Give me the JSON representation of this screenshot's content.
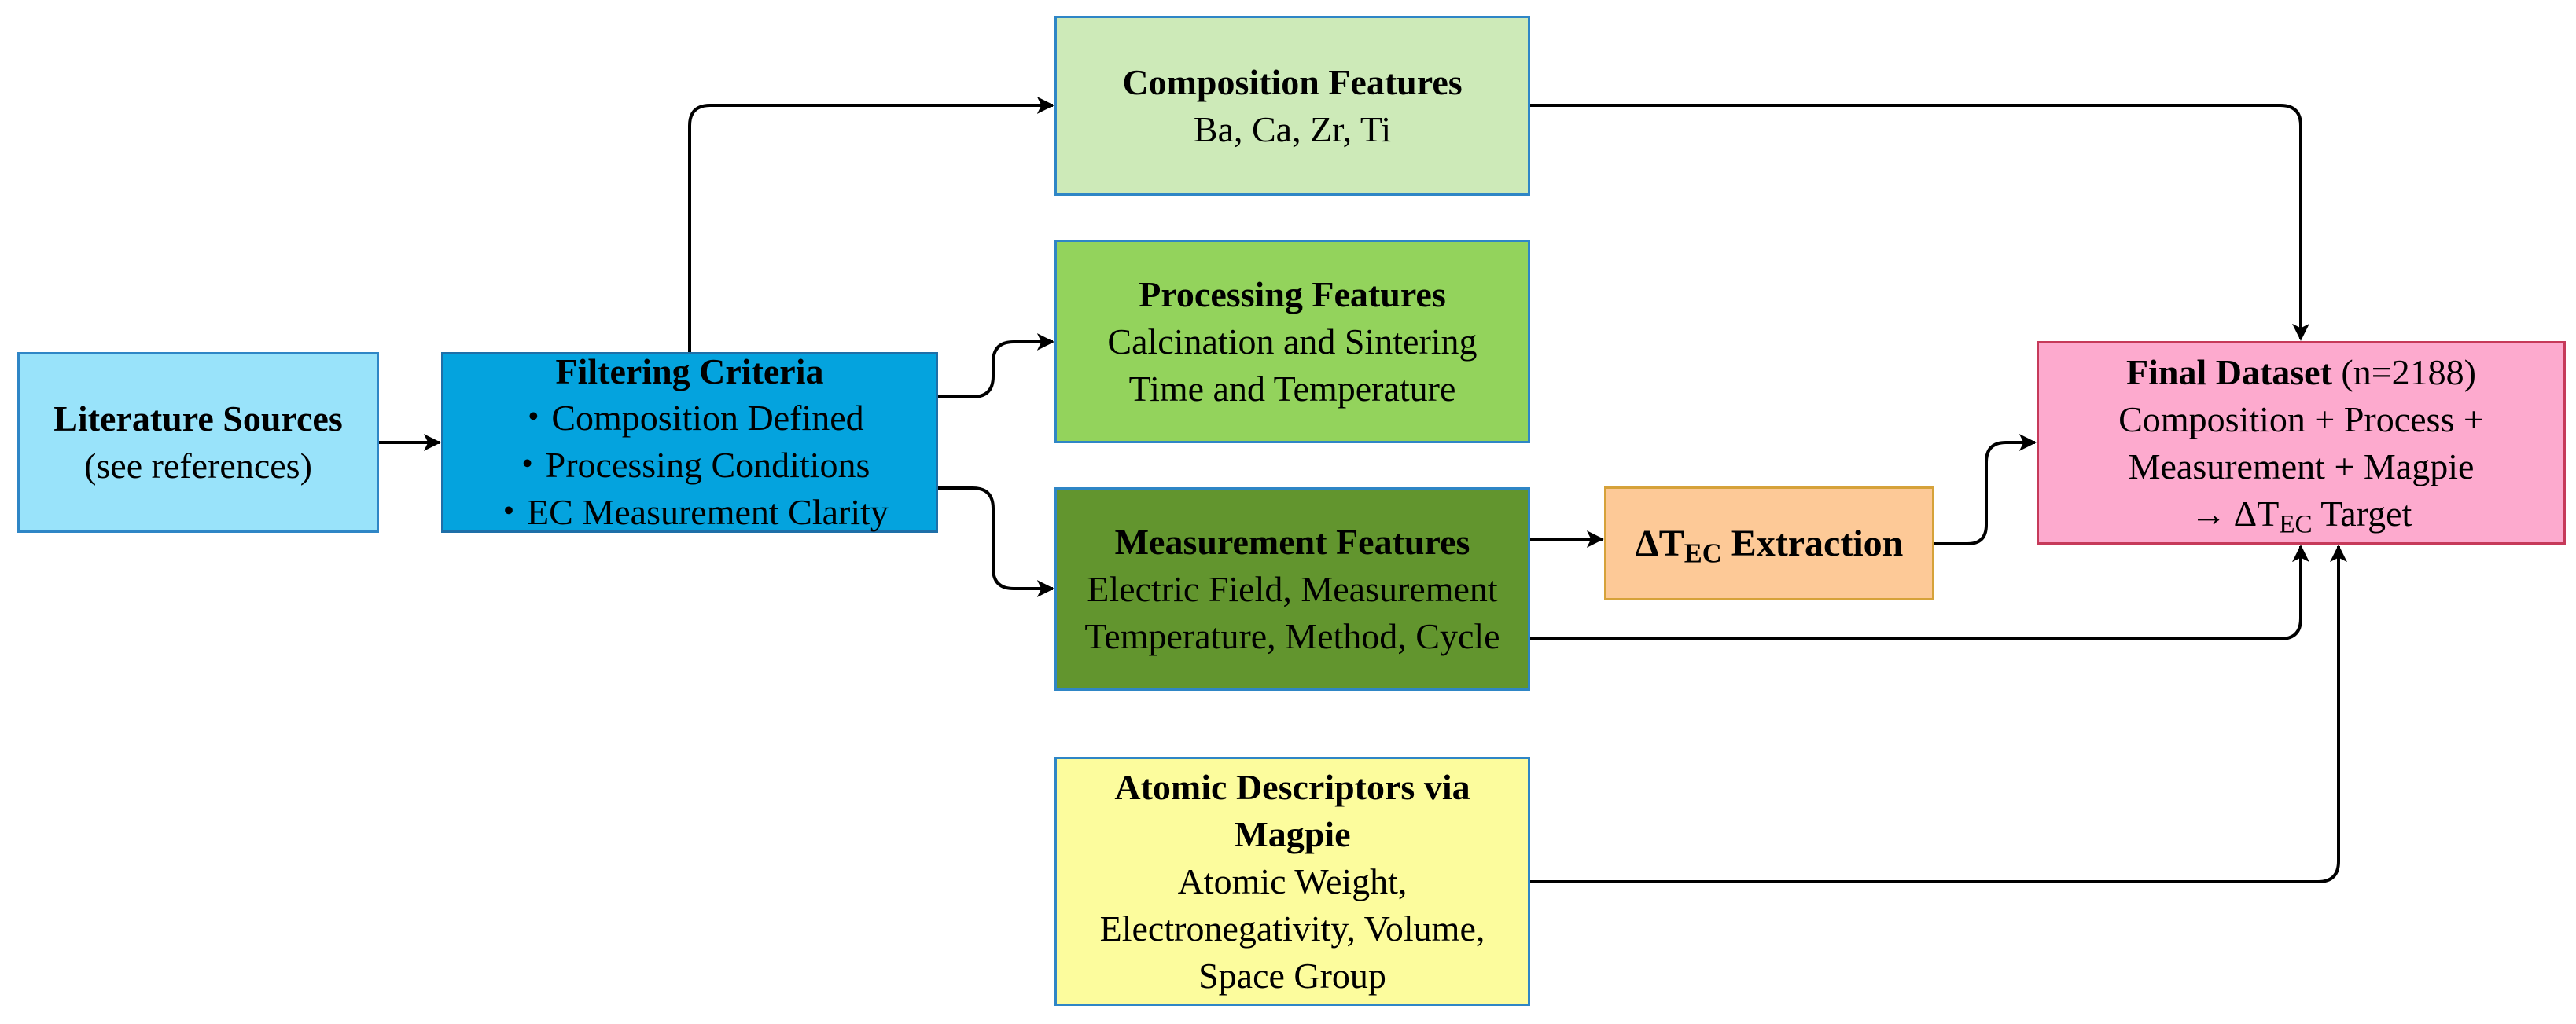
{
  "nodes": {
    "literature": {
      "title": "Literature Sources",
      "lines": [
        "(see references)"
      ]
    },
    "filtering": {
      "title": "Filtering Criteria",
      "criteria": [
        "・Composition Defined",
        "・Processing Conditions",
        "・EC Measurement Clarity"
      ]
    },
    "composition": {
      "title": "Composition Features",
      "lines": [
        "Ba, Ca, Zr, Ti"
      ]
    },
    "processing": {
      "title": "Processing Features",
      "lines": [
        "Calcination and Sintering",
        "Time and Temperature"
      ]
    },
    "measurement": {
      "title": "Measurement Features",
      "lines": [
        "Electric Field, Measurement",
        "Temperature, Method, Cycle"
      ]
    },
    "extraction": {
      "delta": "ΔT",
      "sub": "EC",
      "rest": " Extraction"
    },
    "final": {
      "title": "Final Dataset",
      "count": " (n=2188)",
      "lines": [
        "Composition + Process +",
        "Measurement + Magpie"
      ],
      "target_prefix": "→ ΔT",
      "target_sub": "EC",
      "target_suffix": " Target"
    },
    "atomic": {
      "title_lines": [
        "Atomic Descriptors via",
        "Magpie"
      ],
      "lines": [
        "Atomic Weight,",
        "Electronegativity, Volume,",
        "Space Group"
      ]
    }
  },
  "edges": [
    {
      "from": "literature",
      "to": "filtering"
    },
    {
      "from": "filtering",
      "to": "composition"
    },
    {
      "from": "filtering",
      "to": "processing"
    },
    {
      "from": "filtering",
      "to": "measurement"
    },
    {
      "from": "composition",
      "to": "final"
    },
    {
      "from": "measurement",
      "to": "extraction"
    },
    {
      "from": "extraction",
      "to": "final"
    },
    {
      "from": "measurement",
      "to": "final"
    },
    {
      "from": "atomic",
      "to": "final"
    }
  ],
  "colors": {
    "literature": "#99e3fa",
    "filtering": "#04a3de",
    "composition": "#cdeab8",
    "processing": "#93d35c",
    "measurement": "#62952e",
    "extraction": "#fdc997",
    "final": "#fdaace",
    "atomic": "#fcfc9d",
    "edge": "#000000"
  }
}
